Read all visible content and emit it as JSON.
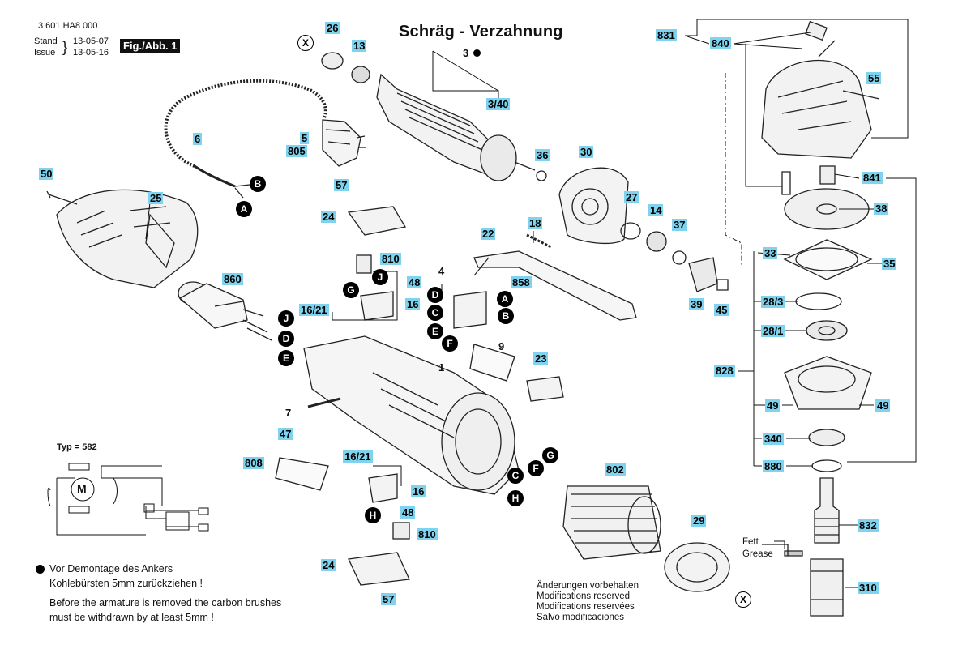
{
  "header": {
    "part_number": "3 601 HA8 000",
    "stand_label": "Stand",
    "issue_label": "Issue",
    "stand_date": "13-05-07",
    "issue_date": "13-05-16",
    "figure_label": "Fig./Abb. 1"
  },
  "title": "Schräg - Verzahnung",
  "labels": {
    "l3": "3",
    "l340": "3/40",
    "l26": "26",
    "l13": "13",
    "l6": "6",
    "l5": "5",
    "l805": "805",
    "l50": "50",
    "l25": "25",
    "l57a": "57",
    "l24a": "24",
    "l810a": "810",
    "l48a": "48",
    "l16a": "16",
    "l1621a": "16/21",
    "l860": "860",
    "l22": "22",
    "l18": "18",
    "l4": "4",
    "l858": "858",
    "l36": "36",
    "l30": "30",
    "l27": "27",
    "l14": "14",
    "l37": "37",
    "l39": "39",
    "l45": "45",
    "l9": "9",
    "l23": "23",
    "l1": "1",
    "l7": "7",
    "l47": "47",
    "l808": "808",
    "l1621b": "16/21",
    "l16b": "16",
    "l48b": "48",
    "l810b": "810",
    "l24b": "24",
    "l57b": "57",
    "l802": "802",
    "l29": "29",
    "l831": "831",
    "l840": "840",
    "l55": "55",
    "l841": "841",
    "l38": "38",
    "l33": "33",
    "l35": "35",
    "l283": "28/3",
    "l281": "28/1",
    "l828": "828",
    "l49a": "49",
    "l49b": "49",
    "l340b": "340",
    "l880": "880",
    "l832": "832",
    "l310": "310"
  },
  "connectors": {
    "a": "A",
    "b": "B",
    "c": "C",
    "d": "D",
    "e": "E",
    "f": "F",
    "g": "G",
    "h": "H",
    "j": "J",
    "x": "X"
  },
  "typ_label": "Typ = 582",
  "motor_symbol": "M",
  "grease": {
    "de": "Fett",
    "en": "Grease"
  },
  "notes": {
    "bullet_de_1": "Vor Demontage des Ankers",
    "bullet_de_2": "Kohlebürsten 5mm zurückziehen !",
    "bullet_en_1": "Before the armature is removed the carbon brushes",
    "bullet_en_2": "must be withdrawn by at least 5mm !",
    "mod_1": "Änderungen vorbehalten",
    "mod_2": "Modifications reserved",
    "mod_3": "Modifications reservées",
    "mod_4": "Salvo modificaciones"
  },
  "icons": [
    "bullet-dot-icon",
    "motor-symbol",
    "grease-tube-icon"
  ]
}
